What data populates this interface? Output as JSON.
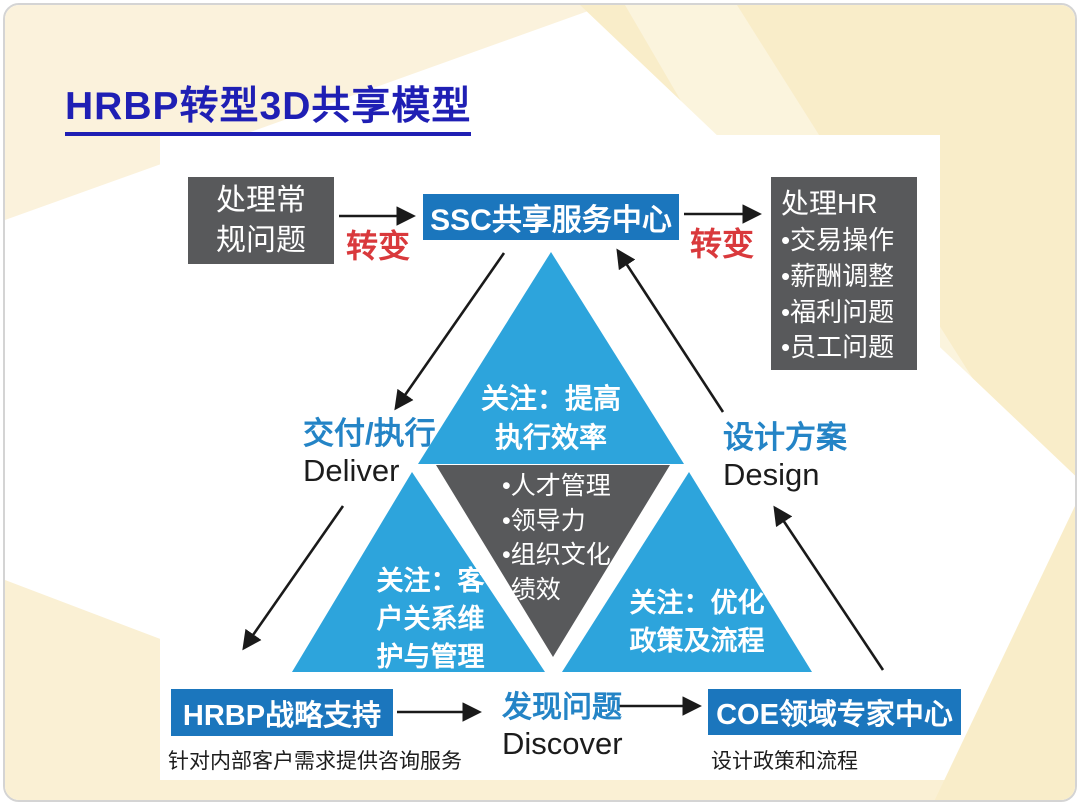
{
  "page": {
    "title": "HRBP转型3D共享模型"
  },
  "colors": {
    "title_blue": "#1f1fb4",
    "box_blue": "#1b76bd",
    "triangle_blue": "#2da4dc",
    "dark_gray": "#58595b",
    "red": "#d9393c",
    "label_blue": "#2484c6",
    "cream": "#f9edc9"
  },
  "top_row": {
    "routine_box": "处理常\n规问题",
    "transform_left": "转变",
    "ssc_box": "SSC共享服务中心",
    "transform_right": "转变",
    "hr_box_title": "处理HR",
    "hr_box_items": {
      "0": "•交易操作",
      "1": "•薪酬调整",
      "2": "•福利问题",
      "3": "•员工问题"
    }
  },
  "triangle": {
    "top_focus": "关注：提高\n执行效率",
    "center_items": {
      "0": "•人才管理",
      "1": "•领导力",
      "2": "•组织文化",
      "3": "•绩效"
    },
    "left_focus": "关注：客\n户关系维\n护与管理",
    "right_focus": "关注：优化\n政策及流程"
  },
  "labels": {
    "deliver_cn": "交付/执行",
    "deliver_en": "Deliver",
    "design_cn": "设计方案",
    "design_en": "Design",
    "discover_cn": "发现问题",
    "discover_en": "Discover"
  },
  "bottom_row": {
    "hrbp_box": "HRBP战略支持",
    "hrbp_caption": "针对内部客户需求提供咨询服务",
    "coe_box": "COE领域专家中心",
    "coe_caption": "设计政策和流程"
  }
}
